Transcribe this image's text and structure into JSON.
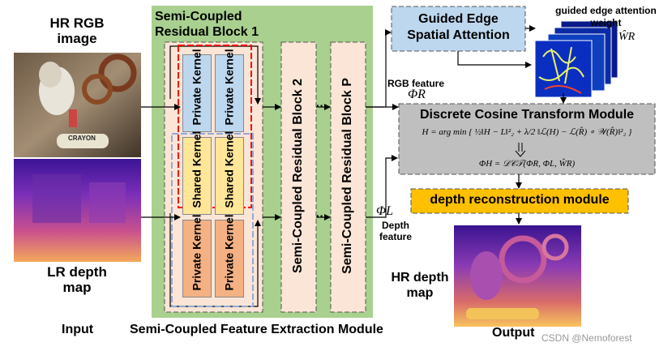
{
  "input_section": {
    "hr_rgb_label": "HR RGB image",
    "lr_depth_label": "LR depth map",
    "input_caption": "Input",
    "crayon_text": "CRAYON"
  },
  "semi_coupled_module": {
    "block1_title": "Semi-Coupled Residual Block 1",
    "private_kernel": "Private Kernel",
    "shared_kernel": "Shared Kernel",
    "block2_label": "Semi-Coupled Residual Block 2",
    "blockp_label": "Semi-Coupled Residual Block P",
    "ellipsis": "···",
    "module_caption": "Semi-Coupled Feature Extraction Module"
  },
  "features": {
    "rgb_feature_label": "RGB feature",
    "rgb_feature_symbol": "ΦR",
    "depth_feature_symbol": "ΦL",
    "depth_feature_label": "Depth feature"
  },
  "guided_edge": {
    "title": "Guided Edge Spatial Attention",
    "weight_label": "guided edge attention weight",
    "weight_symbol": "ŴR"
  },
  "dct_module": {
    "title": "Discrete Cosine Transform Module",
    "equation1": "H = arg min { ½‖H − L‖²₂ + λ/2 ‖ℒ(H) − ℒ(R̂) ∘ 𝒲(R̂)‖²₂ }",
    "equation2": "ΦH = 𝒟𝒞𝒯(ΦR, ΦL, ŴR)"
  },
  "depth_reconstruction": {
    "title": "depth reconstruction module"
  },
  "output_section": {
    "hr_depth_label": "HR depth map",
    "output_caption": "Output",
    "watermark": "CSDN @Nemoforest"
  },
  "colors": {
    "module_green": "#a9d08e",
    "block_cream": "#fbe5d6",
    "private_blue": "#bdd7ee",
    "shared_yellow": "#ffe699",
    "private_orange": "#f4b183",
    "dct_gray": "#bfbfbf",
    "recon_orange": "#ffc000",
    "red_dash": "#ff0000",
    "blue_dash": "#8faadc"
  }
}
